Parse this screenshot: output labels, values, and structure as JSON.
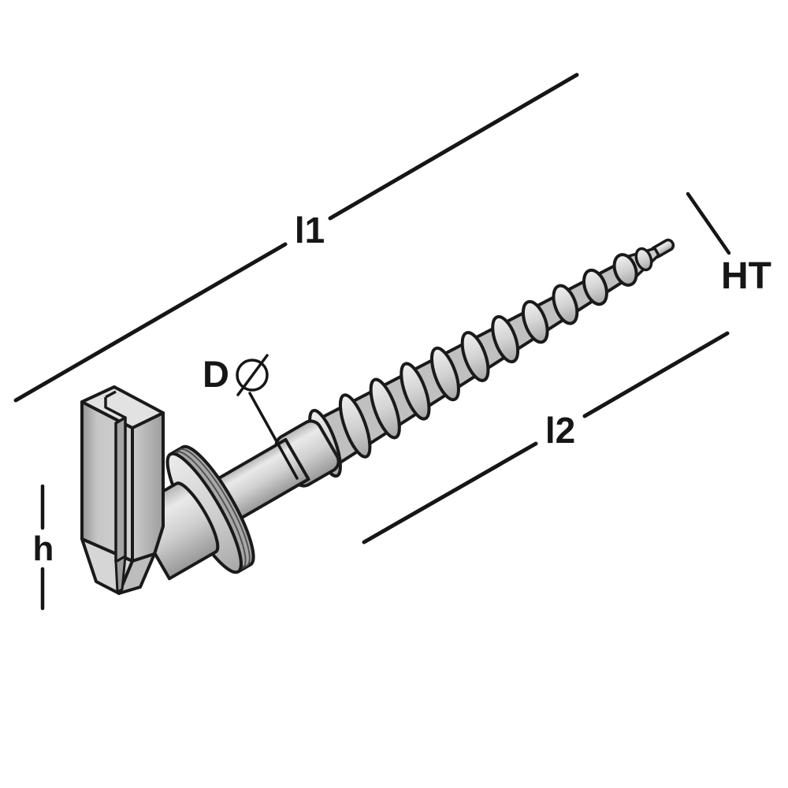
{
  "figure": {
    "title": "Technical line drawing of a slotted-head hanger screw with flange collar, smooth shank and tapered wood thread, shown at an angle with dimension callouts",
    "background": "#ffffff",
    "colors": {
      "outline": "#1a1a1a",
      "dimension_line": "#161616",
      "metal_light": "#e8e8e8",
      "metal_mid": "#c8c8c8",
      "metal_dark": "#9a9a9a"
    }
  },
  "labels": {
    "l1": "l1",
    "l2": "l2",
    "ht": "HT",
    "d": "D",
    "diameter_symbol": "⌀",
    "h": "h"
  }
}
